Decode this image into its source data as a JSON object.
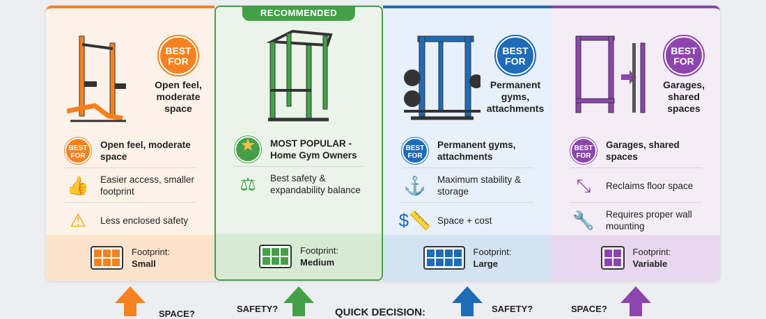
{
  "badge": "RECOMMENDED",
  "colors": {
    "orange": "#f5821f",
    "green": "#43a047",
    "blue": "#1e6bb8",
    "purple": "#8e44ad"
  },
  "columns": [
    {
      "key": "orange",
      "best_circle": "BEST FOR",
      "hero_text": "Open feel, moderate space",
      "rows": [
        {
          "icon": "best-for-badge-icon",
          "text": "Open feel, moderate space",
          "bold": true
        },
        {
          "icon": "thumbs-up-icon",
          "text": "Easier access, smaller footprint"
        },
        {
          "icon": "warning-icon",
          "text": "Less enclosed safety"
        }
      ],
      "footprint_label": "Footprint:",
      "footprint_value": "Small"
    },
    {
      "key": "green",
      "best_circle": "",
      "hero_text": "",
      "rows": [
        {
          "icon": "star-icon",
          "text": "MOST POPULAR - Home Gym Owners",
          "bold": true
        },
        {
          "icon": "balance-scale-icon",
          "text": "Best safety & expandability balance"
        }
      ],
      "footprint_label": "Footprint:",
      "footprint_value": "Medium"
    },
    {
      "key": "blue",
      "best_circle": "BEST FOR",
      "hero_text": "Permanent gyms, attachments",
      "rows": [
        {
          "icon": "best-for-badge-icon",
          "text": "Permanent gyms, attachments",
          "bold": true
        },
        {
          "icon": "anchor-icon",
          "text": "Maximum stability & storage"
        },
        {
          "icon": "dollar-ruler-icon",
          "text": "Space + cost"
        }
      ],
      "footprint_label": "Footprint:",
      "footprint_value": "Large"
    },
    {
      "key": "purple",
      "best_circle": "BEST FOR",
      "hero_text": "Garages, shared spaces",
      "rows": [
        {
          "icon": "best-for-badge-icon",
          "text": "Garages, shared spaces",
          "bold": true
        },
        {
          "icon": "expand-arrows-icon",
          "text": "Reclaims floor space"
        },
        {
          "icon": "wrench-screwdriver-icon",
          "text": "Requires proper wall mounting"
        }
      ],
      "footprint_label": "Footprint:",
      "footprint_value": "Variable"
    }
  ],
  "bottom": {
    "space_left": "SPACE?",
    "safety_left": "SAFETY?",
    "quick": "QUICK DECISION:",
    "safety_right": "SAFETY?",
    "space_right": "SPACE?"
  }
}
